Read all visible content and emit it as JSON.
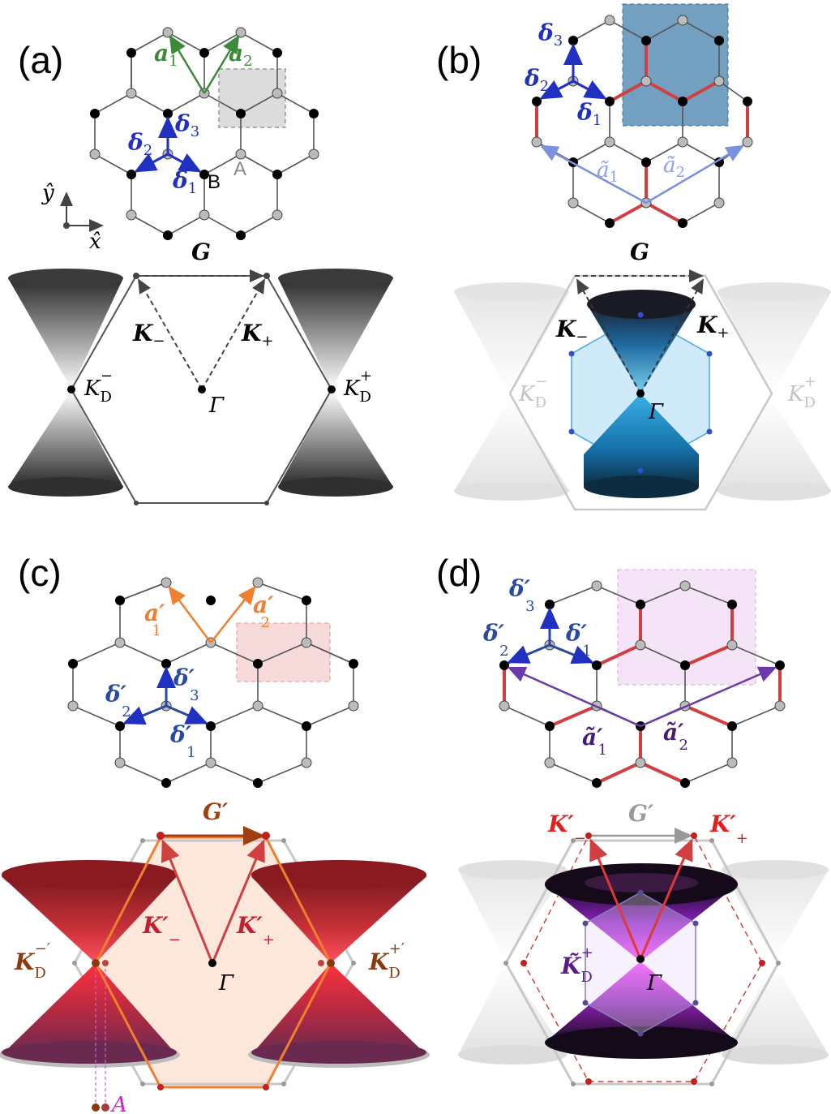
{
  "panels": {
    "a": {
      "label": "(a)",
      "lattice_vectors": {
        "a1": "a",
        "a1_sub": "1",
        "a2": "a",
        "a2_sub": "2"
      },
      "bonds": {
        "d1": "δ",
        "d1_sub": "1",
        "d2": "δ",
        "d2_sub": "2",
        "d3": "δ",
        "d3_sub": "3"
      },
      "sites": {
        "A": "A",
        "B": "B"
      },
      "axes": {
        "y": "ŷ",
        "x": "x̂"
      },
      "bz": {
        "G": "G",
        "K_minus": "K",
        "K_minus_sub": "−",
        "K_plus": "K",
        "K_plus_sub": "+",
        "Gamma": "Γ",
        "KD_minus": "K",
        "KD_minus_sub": "D",
        "KD_minus_sup": "−",
        "KD_plus": "K",
        "KD_plus_sub": "D",
        "KD_plus_sup": "+"
      }
    },
    "b": {
      "label": "(b)",
      "bonds": {
        "d1": "δ",
        "d1_sub": "1",
        "d2": "δ",
        "d2_sub": "2",
        "d3": "δ",
        "d3_sub": "3"
      },
      "lattice_vectors": {
        "a1": "ã",
        "a1_sub": "1",
        "a2": "ã",
        "a2_sub": "2"
      },
      "bz": {
        "G": "G",
        "K_minus": "K",
        "K_minus_sub": "−",
        "K_plus": "K",
        "K_plus_sub": "+",
        "Gamma": "Γ",
        "KD_minus": "K",
        "KD_minus_sub": "D",
        "KD_minus_sup": "−",
        "KD_plus": "K",
        "KD_plus_sub": "D",
        "KD_plus_sup": "+"
      }
    },
    "c": {
      "label": "(c)",
      "lattice_vectors": {
        "a1": "a′",
        "a1_sub": "1",
        "a2": "a′",
        "a2_sub": "2"
      },
      "bonds": {
        "d1": "δ′",
        "d1_sub": "1",
        "d2": "δ′",
        "d2_sub": "2",
        "d3": "δ′",
        "d3_sub": "3"
      },
      "bz": {
        "G": "G′",
        "K_minus": "K′",
        "K_minus_sub": "−",
        "K_plus": "K′",
        "K_plus_sub": "+",
        "Gamma": "Γ",
        "KD_minus": "K",
        "KD_minus_sub": "D",
        "KD_minus_sup": "−′",
        "KD_plus": "K",
        "KD_plus_sub": "D",
        "KD_plus_sup": "+′",
        "A": "A"
      }
    },
    "d": {
      "label": "(d)",
      "bonds": {
        "d1": "δ′",
        "d1_sub": "1",
        "d2": "δ′",
        "d2_sub": "2",
        "d3": "δ′",
        "d3_sub": "3"
      },
      "lattice_vectors": {
        "a1": "ã′",
        "a1_sub": "1",
        "a2": "ã′",
        "a2_sub": "2"
      },
      "bz": {
        "G": "G′",
        "K_minus": "K′",
        "K_minus_sub": "−",
        "K_plus": "K′",
        "K_plus_sub": "+",
        "Gamma": "Γ",
        "KD": "K̃",
        "KD_sub": "D",
        "KD_sup": "+"
      }
    }
  },
  "colors": {
    "a_vectors": "#3a8a3a",
    "bond_vectors": "#2020c0",
    "red_bonds": "#d04040",
    "orange": "#f08030",
    "brown": "#8a3a10",
    "purple": "#6a2a9a",
    "magenta": "#d020d0",
    "blue_cell": "#5b8fb5",
    "gray_cell": "#d8d8d8",
    "pink_cell": "#f4cccc",
    "violet_cell": "#f2ddf6"
  }
}
